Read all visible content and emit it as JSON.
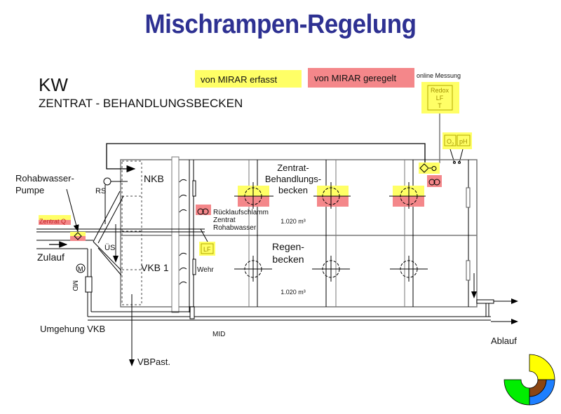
{
  "page": {
    "title": "Mischrampen-Regelung"
  },
  "header": {
    "plant": "KW",
    "subtitle": "ZENTRAT - BEHANDLUNGSBECKEN"
  },
  "legend": {
    "captured": {
      "label": "von MIRAR erfasst",
      "color": "#ffff66"
    },
    "controlled": {
      "label": "von MIRAR geregelt",
      "color": "#f4878a"
    },
    "online_label": "online Messung"
  },
  "sensors": {
    "online_box": [
      "Redox",
      "LF",
      "T"
    ],
    "o2": "O",
    "o2_sub": "2",
    "ph": "pH",
    "lf": "LF"
  },
  "labels": {
    "pump": [
      "Rohabwasser-",
      "Pumpe"
    ],
    "zentrat_q": "Zentrat  Q",
    "zulauf": "Zulauf",
    "rs": "RS",
    "us": "ÜS",
    "md": "MD",
    "nkb": "NKB",
    "vkb1": "VKB 1",
    "ruecklauf": "Rücklaufschlamm",
    "zentrat": "Zentrat",
    "rohabwasser": "Rohabwasser",
    "wehr": "Wehr",
    "basin1": [
      "Zentrat-",
      "Behandlungs-",
      "becken"
    ],
    "basin1_volume": "1.020 m³",
    "basin2": [
      "Regen-",
      "becken"
    ],
    "basin2_volume": "1.020 m³",
    "umgehung": "Umgehung VKB",
    "mid": "MID",
    "vbpast": "VBPast.",
    "ablauf": "Ablauf"
  },
  "logo": {
    "colors": {
      "yellow": "#ffff00",
      "green": "#00ee00",
      "brown": "#8b4513",
      "blue": "#1e7fff"
    }
  }
}
